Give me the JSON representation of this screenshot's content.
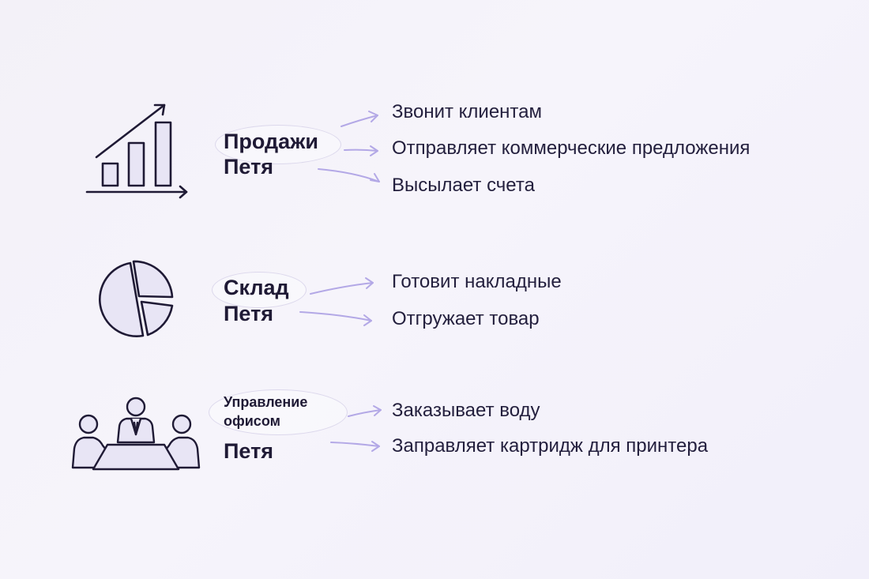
{
  "colors": {
    "background": "#f3f1f8",
    "icon_stroke": "#1f1a35",
    "icon_fill": "#e8e5f5",
    "arrow": "#b3a8e6",
    "text": "#231f3d"
  },
  "sections": [
    {
      "icon": "bar-chart-growth-icon",
      "role": "Продажи",
      "person": "Петя",
      "tasks": [
        "Звонит клиентам",
        "Отправляет коммерческие предложения",
        "Высылает счета"
      ]
    },
    {
      "icon": "pie-chart-icon",
      "role": "Склад",
      "person": "Петя",
      "tasks": [
        "Готовит накладные",
        "Отгружает товар"
      ]
    },
    {
      "icon": "meeting-people-icon",
      "role_line1": "Управление",
      "role_line2": "офисом",
      "person": "Петя",
      "tasks": [
        "Заказывает воду",
        "Заправляет картридж для принтера"
      ]
    }
  ]
}
